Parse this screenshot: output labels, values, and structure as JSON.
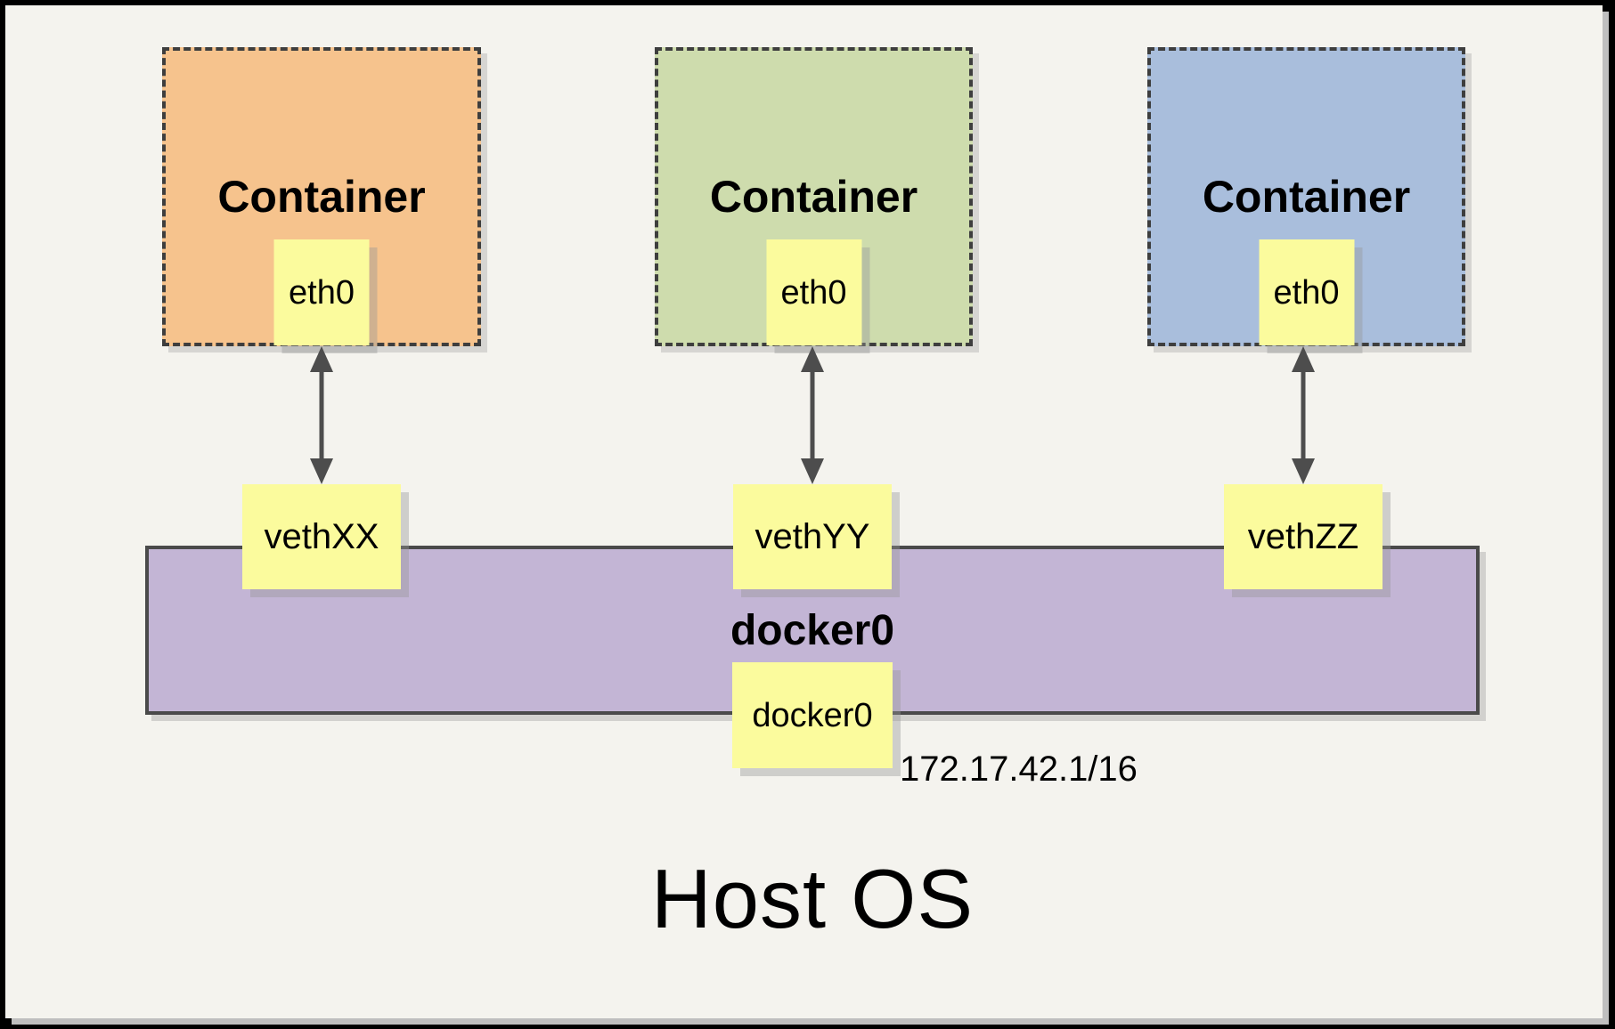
{
  "canvas": {
    "background": "#F4F3EE",
    "frame_color": "#000000",
    "card_shadow": "#BFBFBF"
  },
  "containers": [
    {
      "label": "Container",
      "interface": "eth0",
      "veth": "vethXX",
      "fill": "#F6C38D"
    },
    {
      "label": "Container",
      "interface": "eth0",
      "veth": "vethYY",
      "fill": "#CEDCAD"
    },
    {
      "label": "Container",
      "interface": "eth0",
      "veth": "vethZZ",
      "fill": "#A9BEDC"
    }
  ],
  "bridge": {
    "label": "docker0",
    "interface": "docker0",
    "ip": "172.17.42.1/16",
    "fill": "#C3B5D5"
  },
  "host": {
    "label": "Host OS"
  },
  "styles": {
    "note_fill": "#FBFB9D",
    "arrow_color": "#4D4D4D",
    "dash_border_color": "#3E3E3E"
  }
}
